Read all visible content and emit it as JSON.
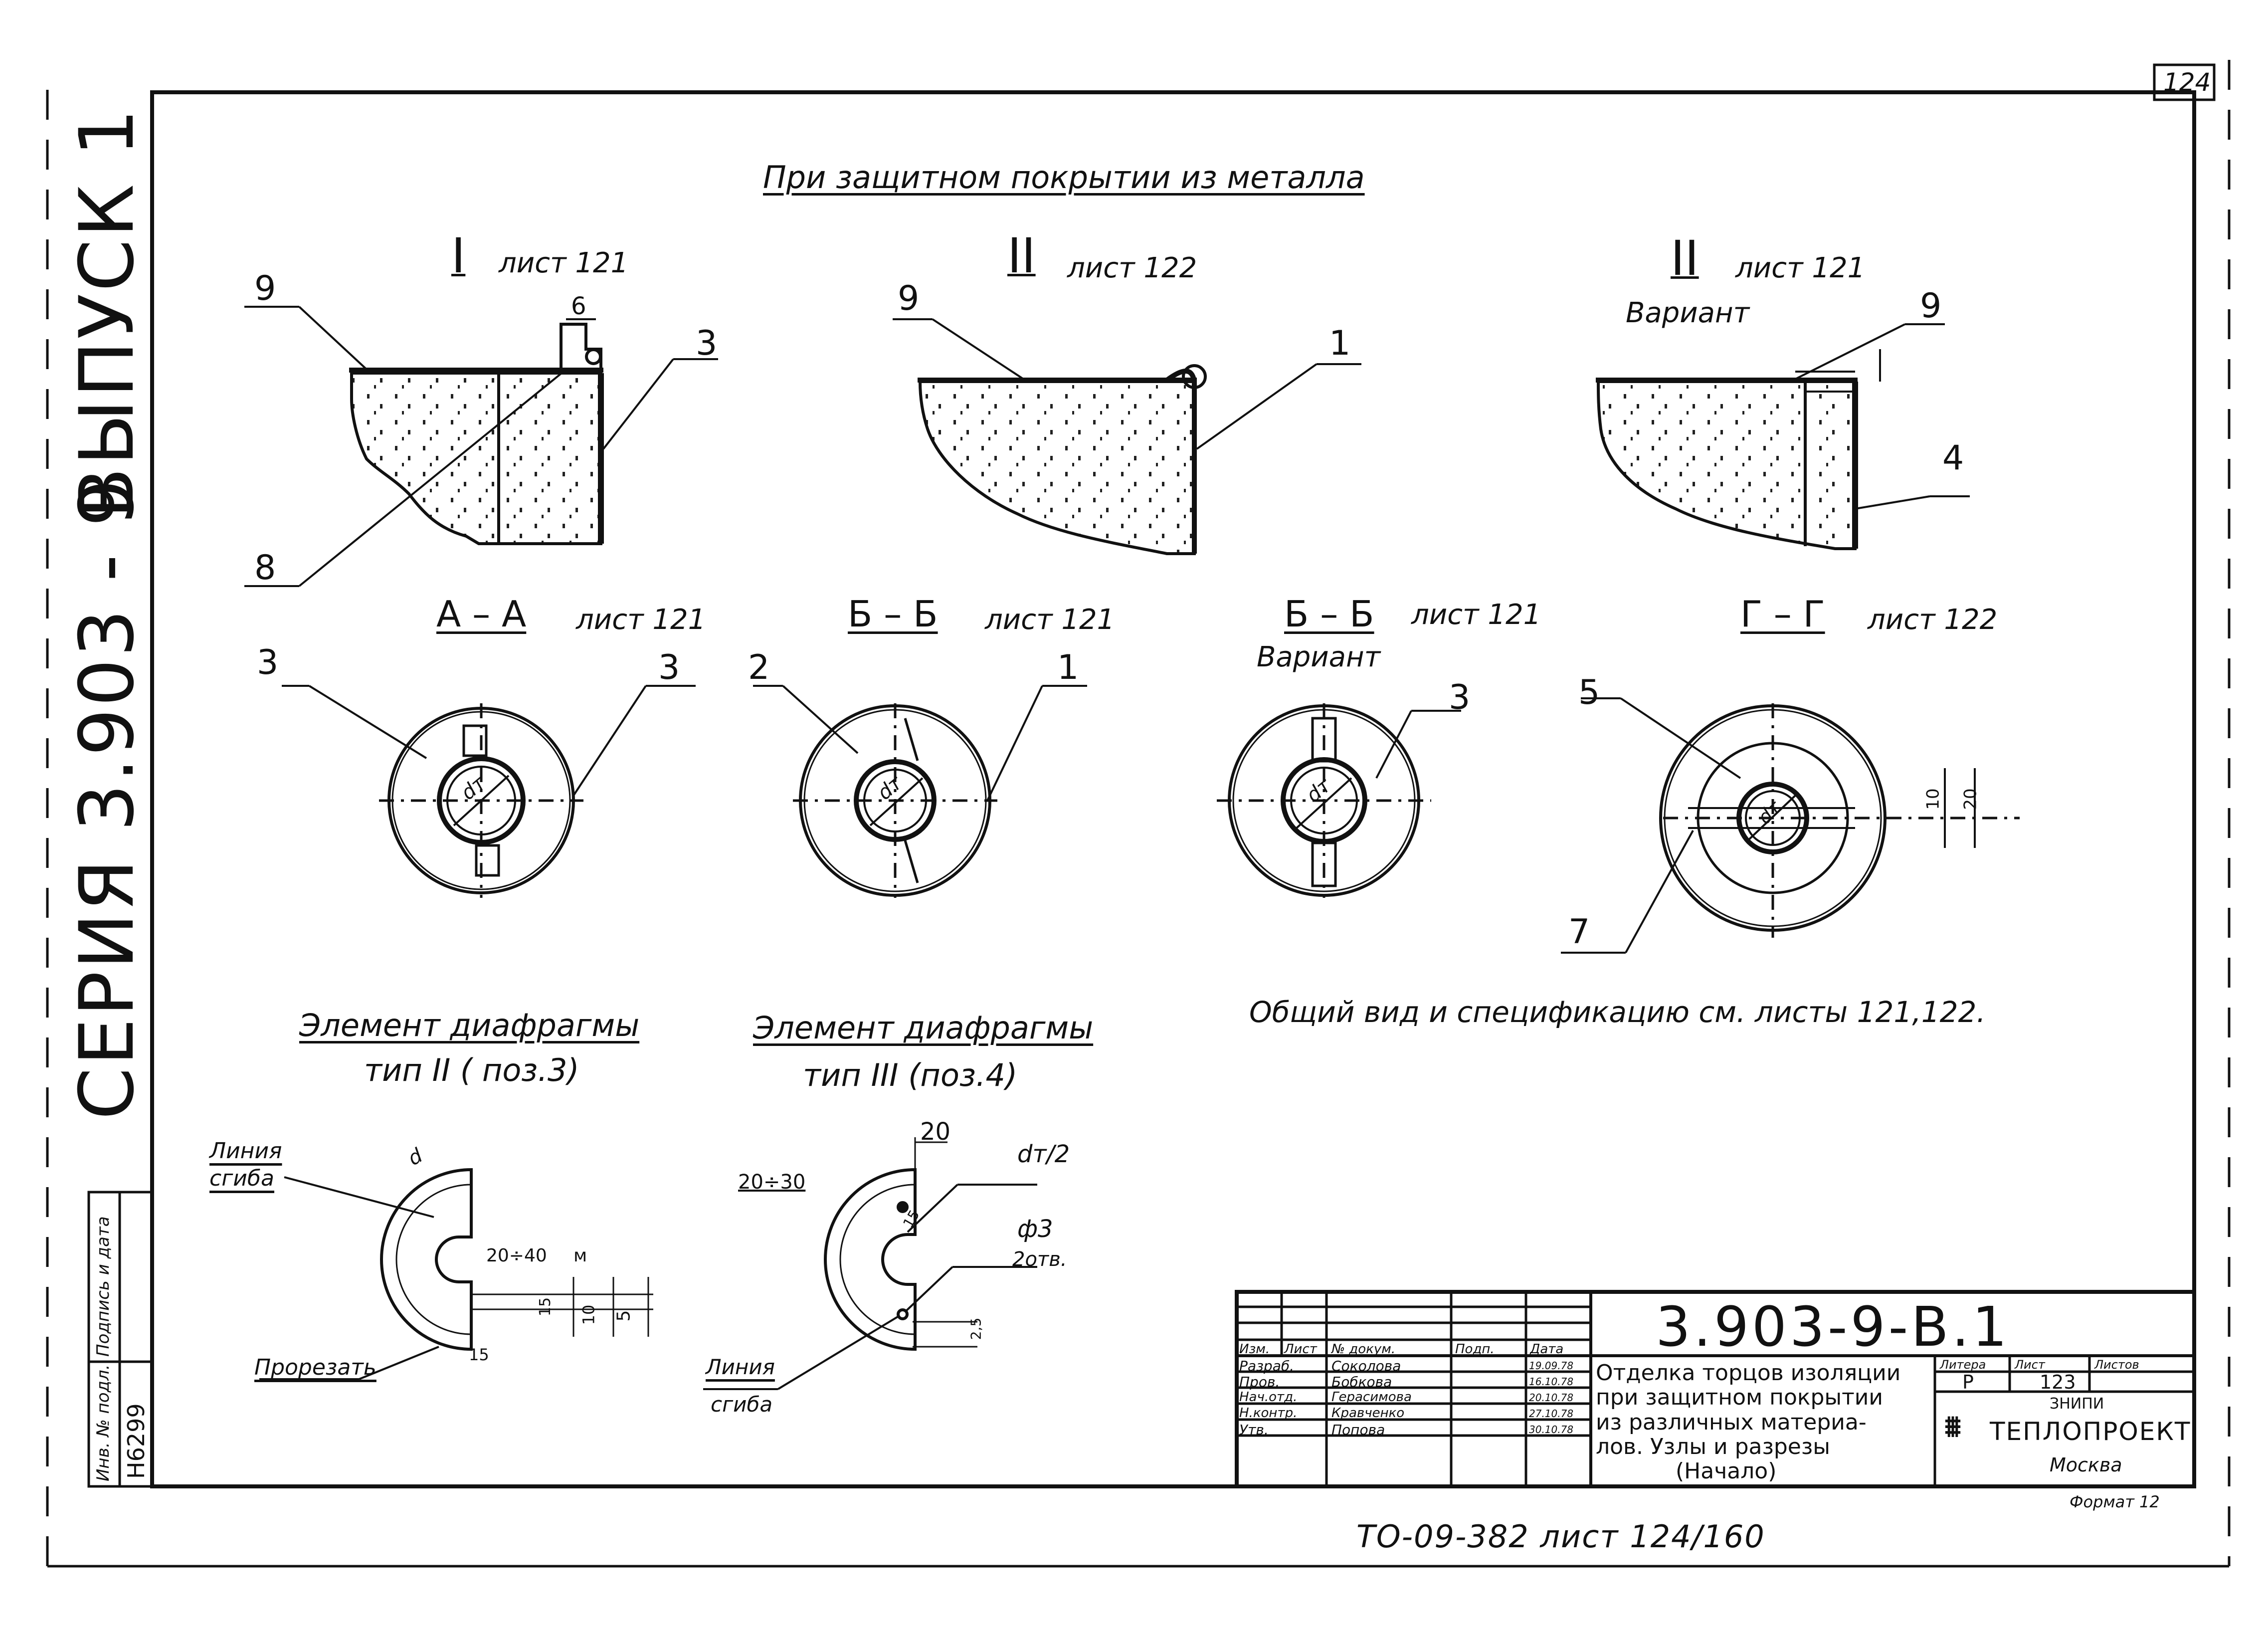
{
  "sheet_corner": "124",
  "side": {
    "series": "СЕРИЯ   3.903 - 9",
    "issue": "ВЫПУСК 1"
  },
  "stamp_side": {
    "inv": "Инв. № подл.",
    "sign": "Подпись и дата",
    "number": "Н6299"
  },
  "header": "При защитном покрытии из металла",
  "views": {
    "v1": {
      "roman": "I",
      "sheet": "лист 121"
    },
    "v2": {
      "roman": "II",
      "sheet": "лист 122"
    },
    "v3": {
      "roman": "II",
      "sheet": "лист 121",
      "variant": "Вариант"
    }
  },
  "sections": {
    "aa": {
      "name": "А – А",
      "sheet": "лист 121"
    },
    "bb": {
      "name": "Б – Б",
      "sheet": "лист 121"
    },
    "bb2": {
      "name": "Б – Б",
      "sheet": "лист 121",
      "variant": "Вариант"
    },
    "gg": {
      "name": "Г – Г",
      "sheet": "лист 122"
    }
  },
  "dt_label": "dт",
  "callouts": {
    "c9a": "9",
    "c6": "6",
    "c3a": "3",
    "c8": "8",
    "c9b": "9",
    "c1a": "1",
    "c9c": "9",
    "c4": "4",
    "c3b": "3",
    "c3c": "3",
    "c2": "2",
    "c1b": "1",
    "c3d": "3",
    "c5": "5",
    "c7": "7",
    "d10": "10",
    "d20": "20"
  },
  "note": "Общий вид и спецификацию см. листы 121,122.",
  "diaphragm2": {
    "title": "Элемент диафрагмы",
    "subtitle": "тип II ( поз.3)",
    "fold_line": "Линия сгиба",
    "cut": "Прорезать",
    "dim_d": "d",
    "dim_range": "20÷40",
    "dim_15": "15",
    "dim_small": "15",
    "dim_10": "10",
    "dim_m": "м",
    "dim_5": "5"
  },
  "diaphragm3": {
    "title": "Элемент диафрагмы",
    "subtitle": "тип III (поз.4)",
    "dim_20": "20",
    "dim_range": "20÷30",
    "dim_dt2": "dт/2",
    "dim_hole": "ф3",
    "dim_holes": "2отв.",
    "fold_line": "Линия сгиба",
    "dim_15": "15",
    "dim_small": "2,5"
  },
  "title_block": {
    "code": "3.903-9-В.1",
    "title_lines": [
      "Отделка торцов изоляции",
      "при защитном покрытии",
      "из различных материа-",
      "лов. Узлы и разрезы",
      "(Начало)"
    ],
    "head": [
      "Изм.",
      "Лист",
      "№ докум.",
      "Подп.",
      "Дата"
    ],
    "rows": [
      {
        "role": "Разраб.",
        "name": "Соколова",
        "date": "19.09.78"
      },
      {
        "role": "Пров.",
        "name": "Бобкова",
        "date": "16.10.78"
      },
      {
        "role": "Нач.отд.",
        "name": "Герасимова",
        "date": "20.10.78"
      },
      {
        "role": "Н.контр.",
        "name": "Кравченко",
        "date": "27.10.78"
      },
      {
        "role": "Утв.",
        "name": "Попова",
        "date": "30.10.78"
      }
    ],
    "stage_label": "Литера",
    "stage": "Р",
    "sheet_label": "Лист",
    "sheet": "123",
    "sheets_label": "Листов",
    "org_top": "ЗНИПИ",
    "org": "ТЕПЛОПРОЕКТ",
    "city": "Москва",
    "format": "Формат 12"
  },
  "bottom": "ТО-09-382  лист 124/160"
}
